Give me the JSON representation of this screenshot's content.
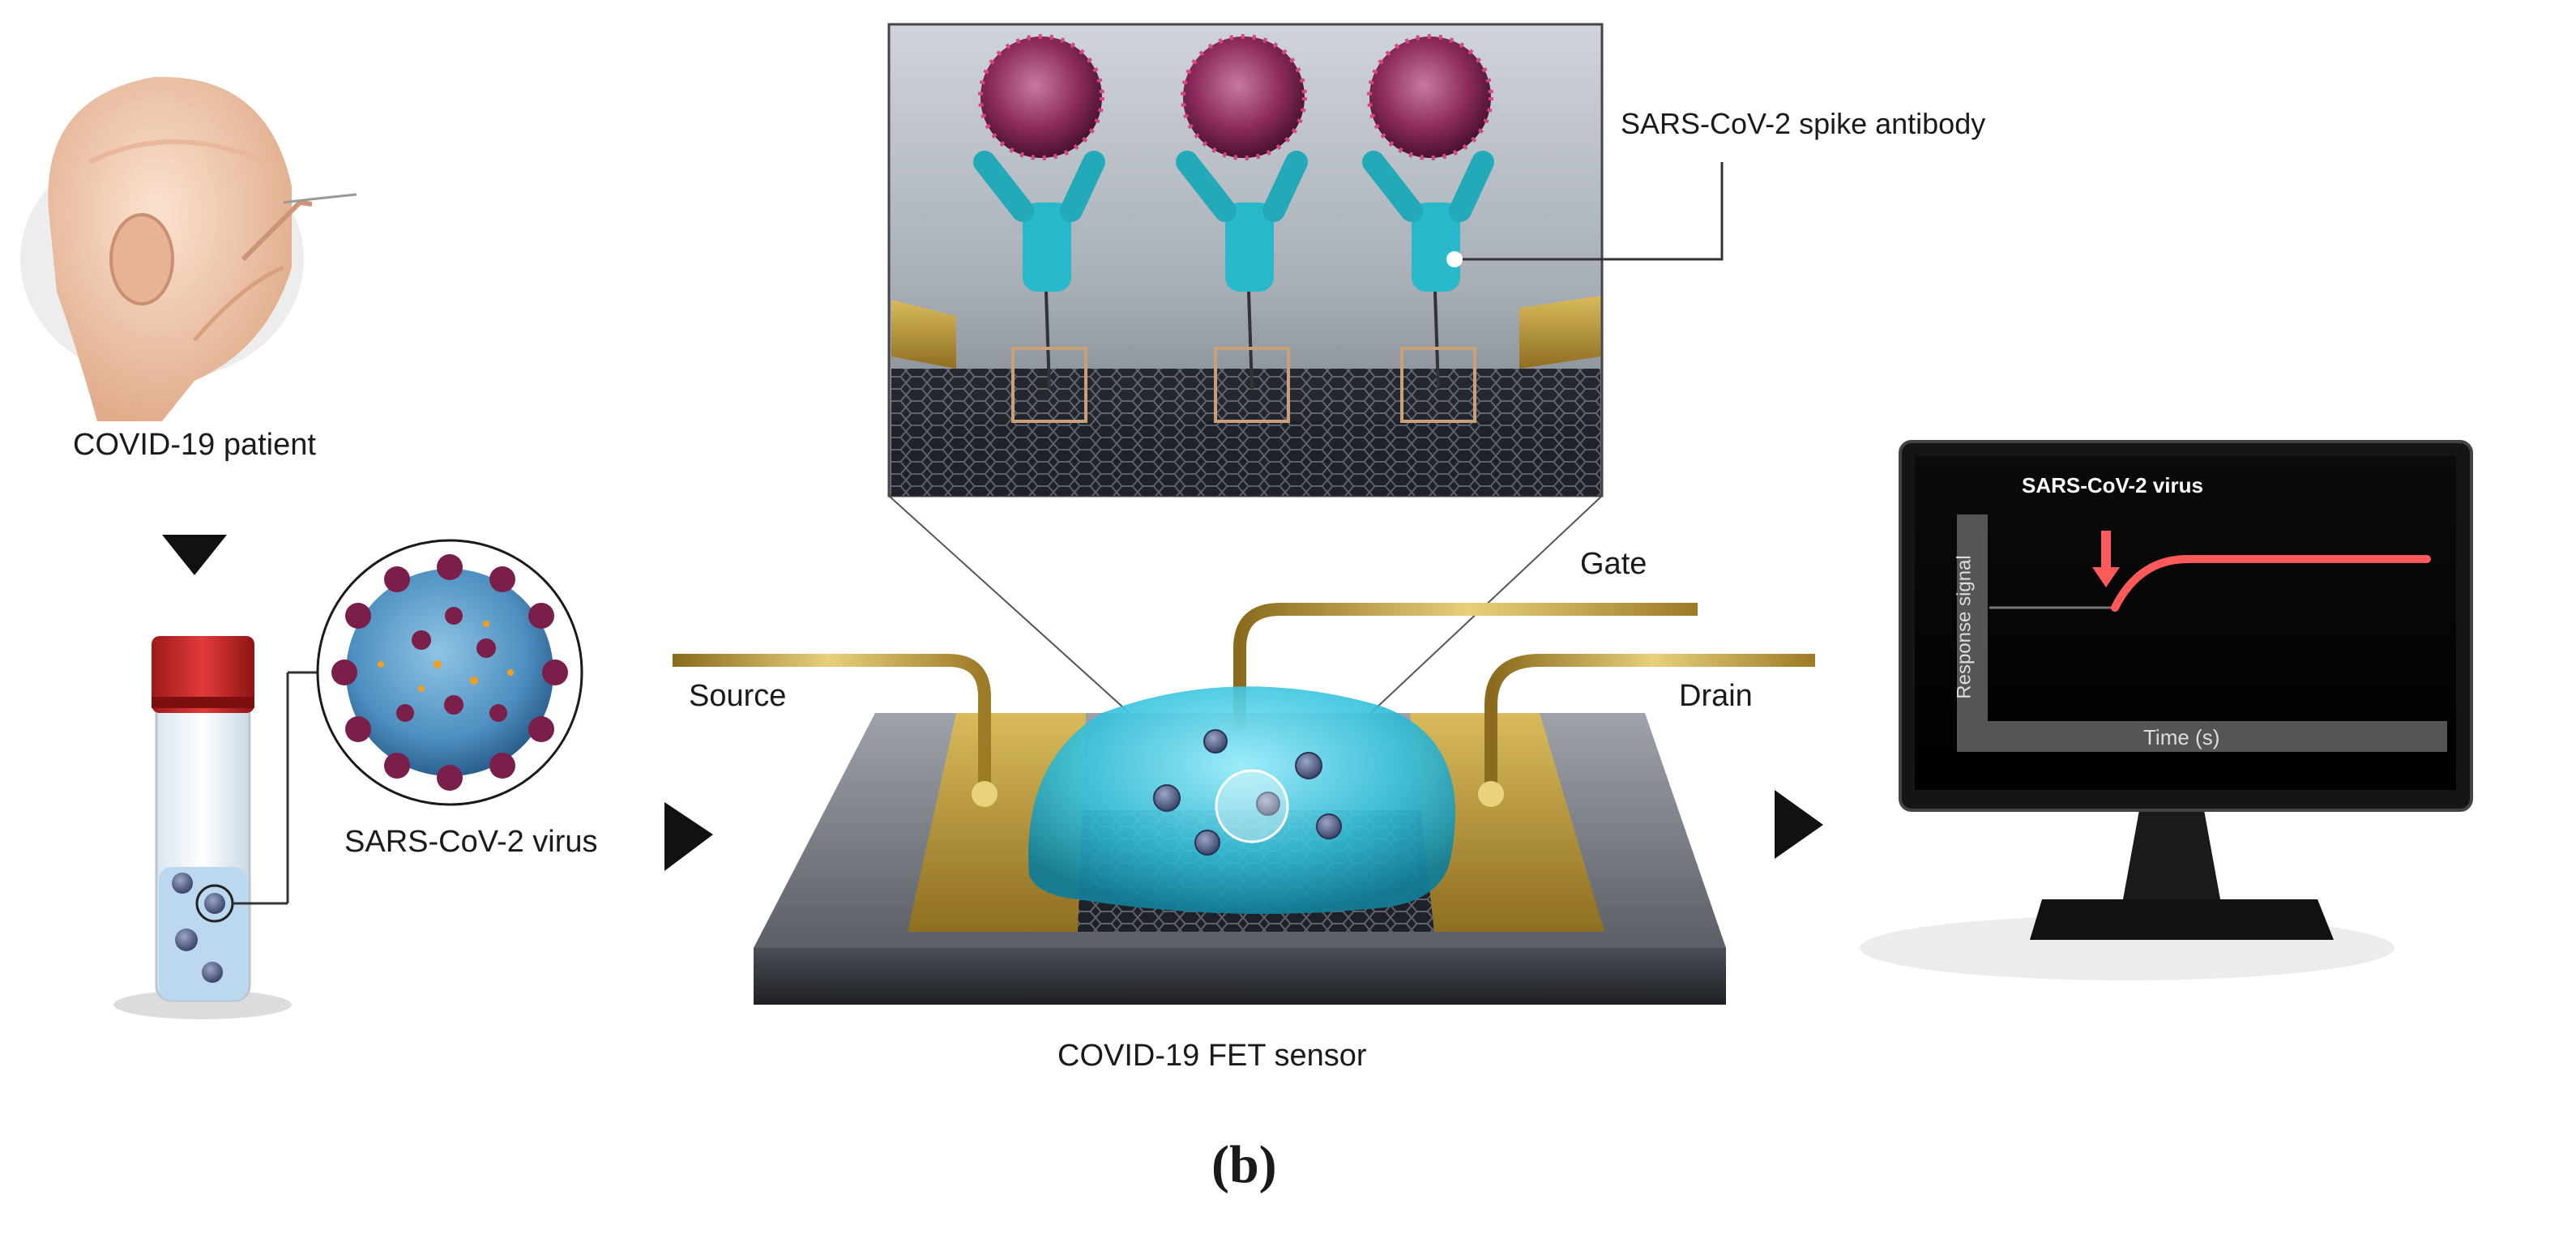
{
  "labels": {
    "patient": "COVID-19 patient",
    "virus": "SARS-CoV-2 virus",
    "antibody": "SARS-CoV-2 spike antibody",
    "source": "Source",
    "gate": "Gate",
    "drain": "Drain",
    "sensor": "COVID-19 FET sensor",
    "panel": "(b)"
  },
  "monitor": {
    "event": "SARS-CoV-2 virus",
    "ylabel": "Response signal",
    "xlabel": "Time (s)"
  },
  "colors": {
    "gold": "#c9a640",
    "solution": "#35c2dc",
    "virus_body": "#4d8fc0",
    "spike": "#7a1e4a",
    "antibody": "#27b9c9",
    "signal": "#ff5a5a",
    "graphene": "#2a2e35"
  }
}
